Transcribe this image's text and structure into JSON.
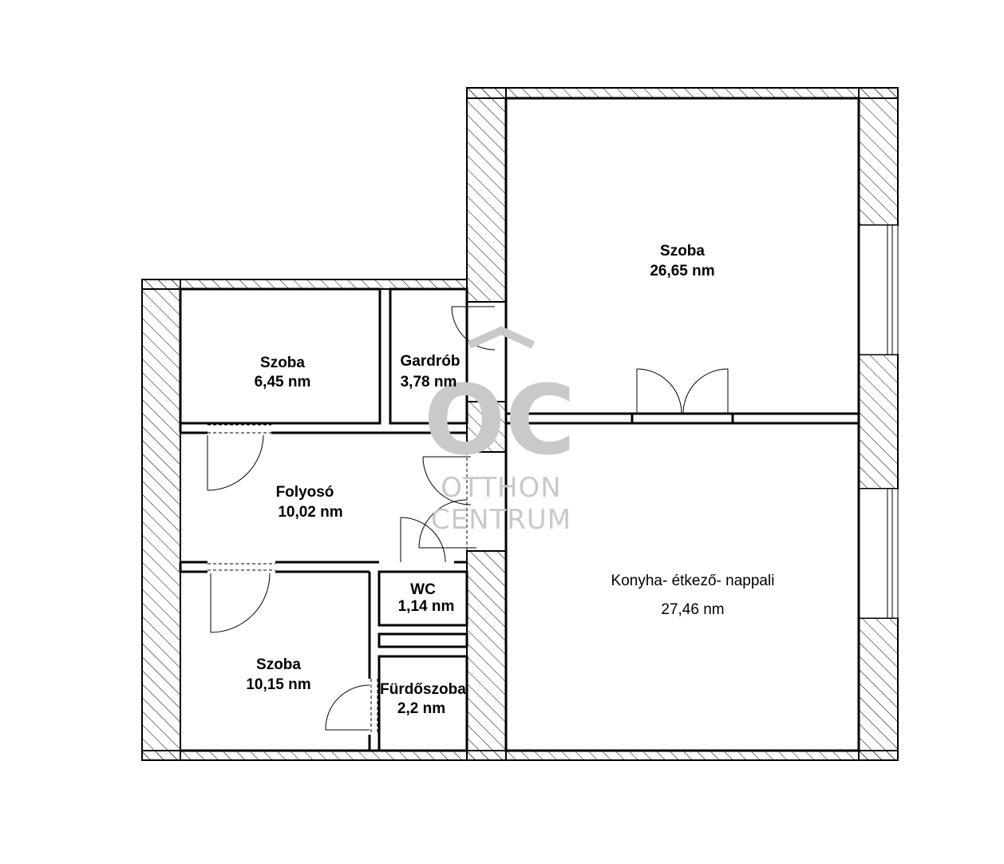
{
  "rooms": [
    {
      "id": "szoba-big",
      "name": "Szoba",
      "area": "26,65 nm"
    },
    {
      "id": "szoba-small",
      "name": "Szoba",
      "area": "6,45 nm"
    },
    {
      "id": "gardrob",
      "name": "Gardrób",
      "area": "3,78 nm"
    },
    {
      "id": "folyoso",
      "name": "Folyosó",
      "area": "10,02 nm"
    },
    {
      "id": "wc",
      "name": "WC",
      "area": "1,14 nm"
    },
    {
      "id": "szoba-bottom",
      "name": "Szoba",
      "area": "10,15 nm"
    },
    {
      "id": "furdoszoba",
      "name": "Fürdőszoba",
      "area": "2,2 nm"
    },
    {
      "id": "konyha",
      "name": "Konyha- étkező- nappali",
      "area": "27,46 nm"
    }
  ],
  "watermark": {
    "logo": "OC",
    "line1": "OTTHON",
    "line2": "CENTRUM"
  },
  "colors": {
    "wall": "#000000",
    "hatch": "#000000",
    "watermark": "#c9c9c9"
  }
}
